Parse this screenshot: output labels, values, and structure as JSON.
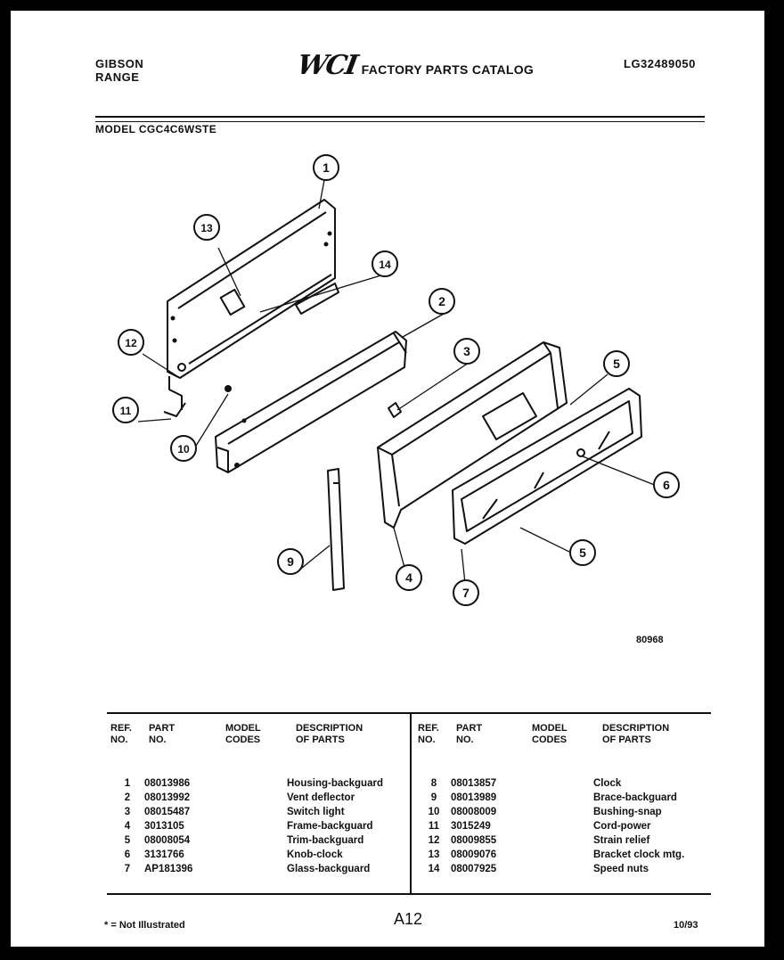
{
  "header": {
    "brand_line1": "GIBSON",
    "brand_line2": "RANGE",
    "logo": "WCI",
    "catalog_title": "FACTORY PARTS CATALOG",
    "catalog_number": "LG32489050",
    "model_line": "MODEL CGC4C6WSTE"
  },
  "diagram": {
    "callouts": [
      "1",
      "2",
      "3",
      "4",
      "5",
      "5",
      "6",
      "7",
      "9",
      "10",
      "11",
      "12",
      "13",
      "14"
    ],
    "figure_code": "80968"
  },
  "table": {
    "headers": {
      "ref": [
        "REF.",
        "NO."
      ],
      "part": [
        "PART",
        "NO."
      ],
      "model": [
        "MODEL",
        "CODES"
      ],
      "desc": [
        "DESCRIPTION",
        "OF PARTS"
      ]
    },
    "left_rows": [
      {
        "ref": "1",
        "part": "08013986",
        "desc": "Housing-backguard"
      },
      {
        "ref": "2",
        "part": "08013992",
        "desc": "Vent deflector"
      },
      {
        "ref": "3",
        "part": "08015487",
        "desc": "Switch light"
      },
      {
        "ref": "4",
        "part": "3013105",
        "desc": "Frame-backguard"
      },
      {
        "ref": "5",
        "part": "08008054",
        "desc": "Trim-backguard"
      },
      {
        "ref": "6",
        "part": "3131766",
        "desc": "Knob-clock"
      },
      {
        "ref": "7",
        "part": "AP181396",
        "desc": "Glass-backguard"
      }
    ],
    "right_rows": [
      {
        "ref": "8",
        "part": "08013857",
        "desc": "Clock"
      },
      {
        "ref": "9",
        "part": "08013989",
        "desc": "Brace-backguard"
      },
      {
        "ref": "10",
        "part": "08008009",
        "desc": "Bushing-snap"
      },
      {
        "ref": "11",
        "part": "3015249",
        "desc": "Cord-power"
      },
      {
        "ref": "12",
        "part": "08009855",
        "desc": "Strain relief"
      },
      {
        "ref": "13",
        "part": "08009076",
        "desc": "Bracket clock mtg."
      },
      {
        "ref": "14",
        "part": "08007925",
        "desc": "Speed nuts"
      }
    ]
  },
  "footer": {
    "note": "* = Not Illustrated",
    "page": "A12",
    "date": "10/93"
  }
}
